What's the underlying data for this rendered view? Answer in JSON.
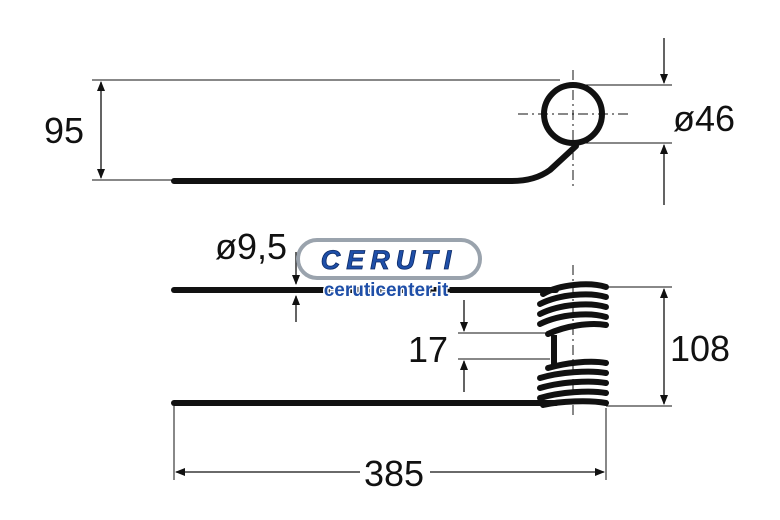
{
  "dimensions": {
    "top_height": "95",
    "eye_diameter": "ø46",
    "wire_diameter": "ø9,5",
    "coil_gap": "17",
    "bottom_height": "108",
    "length": "385"
  },
  "watermark": {
    "brand": "CERUTI",
    "url": "ceruticenter.it",
    "brand_color": "#1f4fa8",
    "outline_color": "#9aa3ad"
  },
  "colors": {
    "line": "#111111",
    "background": "#ffffff"
  }
}
